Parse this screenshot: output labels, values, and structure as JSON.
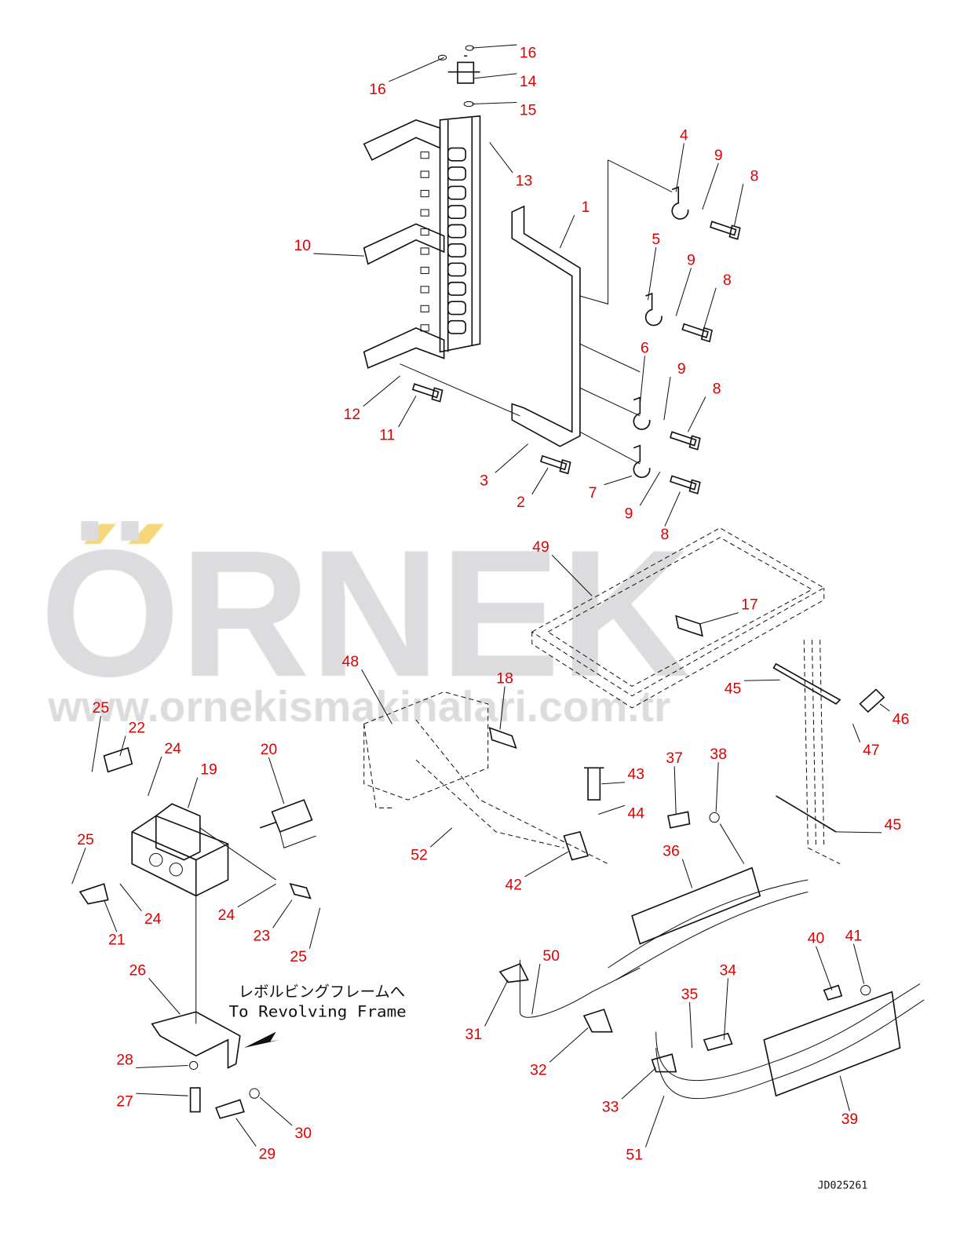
{
  "diagram_code": "JD025261",
  "note_jp": "レボルビングフレームへ",
  "note_en": "To Revolving Frame",
  "watermark": {
    "logo": "ÖRNEK",
    "url": "www.ornekismakinalari.com.tr"
  },
  "colors": {
    "callout": "#e00000",
    "line": "#111111",
    "watermark": "#dcdcde",
    "watermark_accent": "#f5d77a"
  },
  "callouts": [
    "16",
    "16",
    "14",
    "15",
    "13",
    "4",
    "9",
    "8",
    "1",
    "10",
    "5",
    "9",
    "8",
    "6",
    "9",
    "8",
    "12",
    "11",
    "3",
    "2",
    "7",
    "9",
    "8",
    "49",
    "17",
    "48",
    "45",
    "18",
    "46",
    "47",
    "25",
    "22",
    "24",
    "20",
    "19",
    "37",
    "38",
    "43",
    "44",
    "45",
    "25",
    "52",
    "36",
    "42",
    "24",
    "24",
    "21",
    "23",
    "25",
    "40",
    "41",
    "26",
    "50",
    "34",
    "35",
    "31",
    "32",
    "28",
    "33",
    "27",
    "39",
    "30",
    "29",
    "51"
  ]
}
